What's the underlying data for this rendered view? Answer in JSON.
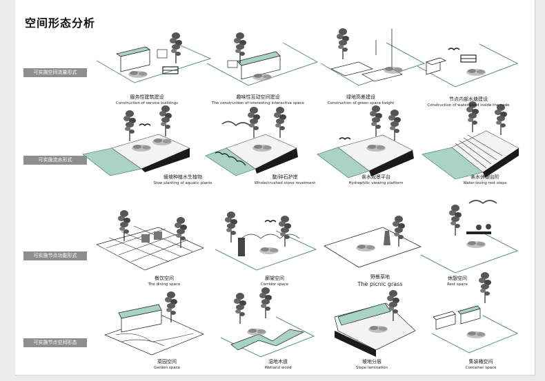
{
  "title": "空间形态分析",
  "rows": [
    {
      "label": "可实施空间流量形式"
    },
    {
      "label": "可实施流水形式"
    },
    {
      "label": "可实施节点功能形式"
    },
    {
      "label": "可实施节点空间形态"
    }
  ],
  "captions": [
    [
      {
        "zh": "服务性建筑建设",
        "en": "Construction of service buildings"
      },
      {
        "zh": "趣味性互动空间建设",
        "en": "The construction of interesting interactive space"
      },
      {
        "zh": "绿地高差建设",
        "en": "Construction of green space height"
      },
      {
        "zh": "节点内部水塘建设",
        "en": "Construction of water pond inside the node"
      }
    ],
    [
      {
        "zh": "缓坡种植水生植物",
        "en": "Slow planting of aquatic plants"
      },
      {
        "zh": "整/碎石护岸",
        "en": "Whole/crushed stone revetment"
      },
      {
        "zh": "亲水观景平台",
        "en": "Hydrophilic viewing platform"
      },
      {
        "zh": "亲水休憩台阶",
        "en": "Water-loving rest steps"
      }
    ],
    [
      {
        "zh": "餐饮空间",
        "en": "The dining space"
      },
      {
        "zh": "廊架空间",
        "en": "Corridor space"
      },
      {
        "zh": "野餐草地",
        "en": "The picnic grass"
      },
      {
        "zh": "休憩空间",
        "en": "Rest space"
      }
    ],
    [
      {
        "zh": "菜园空间",
        "en": "Garden space"
      },
      {
        "zh": "湿地木道",
        "en": "Wetland wood"
      },
      {
        "zh": "坡地分层",
        "en": "Slope lamination"
      },
      {
        "zh": "集装箱空间",
        "en": "Container space"
      }
    ]
  ],
  "colors": {
    "accent": "#a9d3c4",
    "line": "#5a8f7e",
    "ink": "#1a1a1a",
    "label_bg": "#8e8e8e"
  }
}
